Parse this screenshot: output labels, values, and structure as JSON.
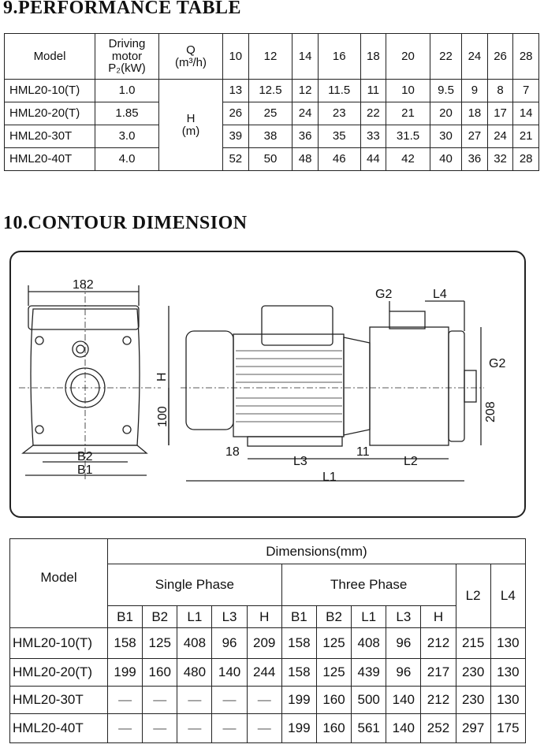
{
  "performance": {
    "heading": "9.PERFORMANCE TABLE",
    "header": {
      "model": "Model",
      "motor_line1": "Driving",
      "motor_line2": "motor",
      "motor_line3": "P₂(kW)",
      "q_line1": "Q",
      "q_line2": "(m³/h)",
      "flows": [
        "10",
        "12",
        "14",
        "16",
        "18",
        "20",
        "22",
        "24",
        "26",
        "28"
      ]
    },
    "h_label_line1": "H",
    "h_label_line2": "(m)",
    "rows": [
      {
        "model": "HML20-10(T)",
        "power": "1.0",
        "heads": [
          "13",
          "12.5",
          "12",
          "11.5",
          "11",
          "10",
          "9.5",
          "9",
          "8",
          "7"
        ]
      },
      {
        "model": "HML20-20(T)",
        "power": "1.85",
        "heads": [
          "26",
          "25",
          "24",
          "23",
          "22",
          "21",
          "20",
          "18",
          "17",
          "14"
        ]
      },
      {
        "model": "HML20-30T",
        "power": "3.0",
        "heads": [
          "39",
          "38",
          "36",
          "35",
          "33",
          "31.5",
          "30",
          "27",
          "24",
          "21"
        ]
      },
      {
        "model": "HML20-40T",
        "power": "4.0",
        "heads": [
          "52",
          "50",
          "48",
          "46",
          "44",
          "42",
          "40",
          "36",
          "32",
          "28"
        ]
      }
    ]
  },
  "contour": {
    "heading": "10.CONTOUR DIMENSION",
    "labels": {
      "width_182": "182",
      "h": "H",
      "h100": "100",
      "b2": "B2",
      "b1": "B1",
      "g2_top": "G2",
      "l4": "L4",
      "g2_side": "G2",
      "h208": "208",
      "d18": "18",
      "l3": "L3",
      "d11": "11",
      "l2": "L2",
      "l1": "L1"
    }
  },
  "dimensions": {
    "title": "Dimensions(mm)",
    "model": "Model",
    "single_phase": "Single Phase",
    "three_phase": "Three Phase",
    "l2": "L2",
    "l4": "L4",
    "sub": [
      "B1",
      "B2",
      "L1",
      "L3",
      "H",
      "B1",
      "B2",
      "L1",
      "L3",
      "H"
    ],
    "rows": [
      {
        "model": "HML20-10(T)",
        "values": [
          "158",
          "125",
          "408",
          "96",
          "209",
          "158",
          "125",
          "408",
          "96",
          "212",
          "215",
          "130"
        ]
      },
      {
        "model": "HML20-20(T)",
        "values": [
          "199",
          "160",
          "480",
          "140",
          "244",
          "158",
          "125",
          "439",
          "96",
          "217",
          "230",
          "130"
        ]
      },
      {
        "model": "HML20-30T",
        "values": [
          "—",
          "—",
          "—",
          "—",
          "—",
          "199",
          "160",
          "500",
          "140",
          "212",
          "230",
          "130"
        ]
      },
      {
        "model": "HML20-40T",
        "values": [
          "—",
          "—",
          "—",
          "—",
          "—",
          "199",
          "160",
          "561",
          "140",
          "252",
          "297",
          "175"
        ]
      }
    ]
  }
}
